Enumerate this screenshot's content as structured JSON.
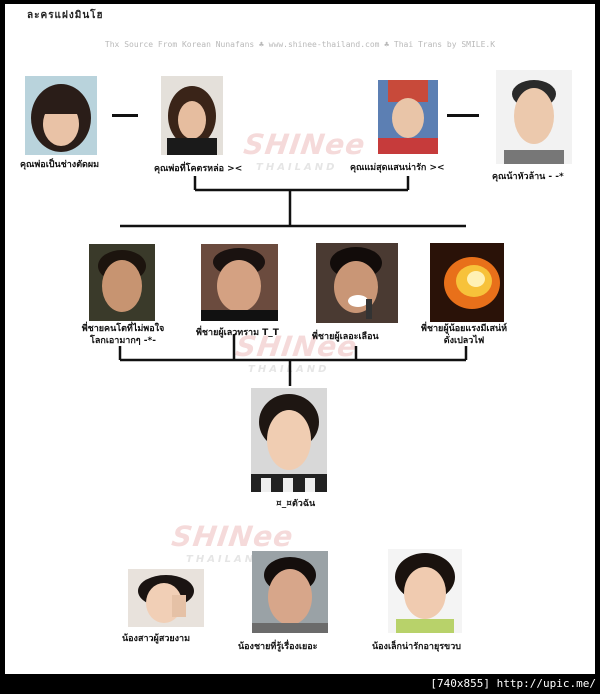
{
  "header": {
    "note": "ละครแฝงมินโฮ",
    "credits": "Thx Source From Korean Nunafans ♣ www.shinee-thailand.com ♣ Thai Trans by SMILE.K"
  },
  "watermark": {
    "brand": "SHINee",
    "sub": "THAILAND"
  },
  "parents": [
    {
      "id": "father",
      "label": "คุณพ่อเป็นช่างตัดผม"
    },
    {
      "id": "father-handsome",
      "label": "คุณพ่อที่โคตรหล่อ ><"
    },
    {
      "id": "mother",
      "label": "คุณแม่สุดแสนน่ารัก ><"
    },
    {
      "id": "uncle",
      "label": "คุณน้าหัวล้าน - -*"
    }
  ],
  "elder_brothers": [
    {
      "id": "brother-1",
      "label_line1": "พี่ชายคนโตที่ไม่พอใจ",
      "label_line2": "โลกเอามากๆ -*-"
    },
    {
      "id": "brother-2",
      "label_line1": "พี่ชายผู้เลวทราม T_T",
      "label_line2": ""
    },
    {
      "id": "brother-3",
      "label_line1": "พี่ชายผู้เลอะเลือน",
      "label_line2": ""
    },
    {
      "id": "brother-4",
      "label_line1": "พี่ชายผู้น้อยแรงมีเสน่ห์",
      "label_line2": "ดั่งเปลวไฟ"
    }
  ],
  "self": {
    "label": "¤_¤ตัวฉัน"
  },
  "younger": [
    {
      "id": "sister",
      "label": "น้องสาวผู้สวยงาม"
    },
    {
      "id": "younger-brother",
      "label": "น้องชายที่รู้เรื่องเยอะ"
    },
    {
      "id": "youngest",
      "label": "น้องเล็กน่ารักอายุรขวบ"
    }
  ],
  "footer": {
    "size": "[740x855]",
    "site": "http://upic.me/"
  },
  "colors": {
    "background": "#000000",
    "paper": "#ffffff",
    "line": "#111111",
    "footer_bg": "#000000",
    "footer_text": "#ffffff"
  }
}
